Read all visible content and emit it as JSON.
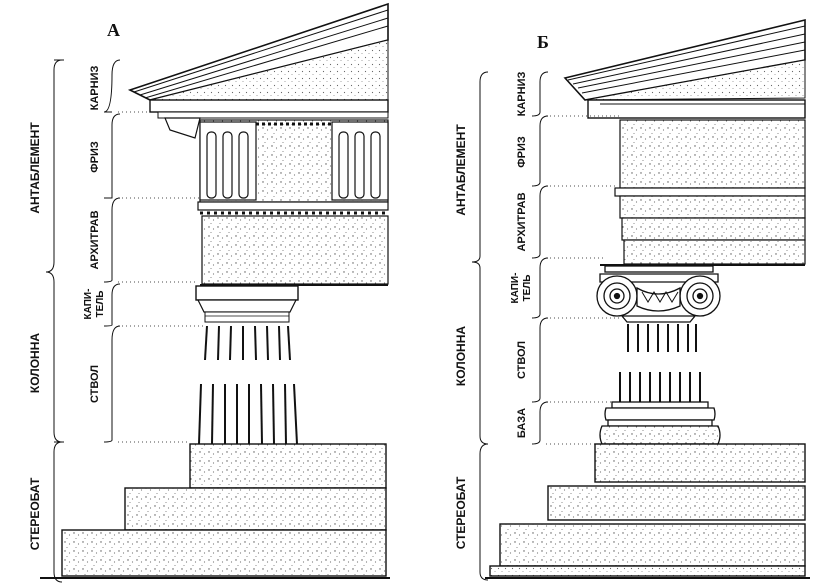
{
  "panels": {
    "a": {
      "letter": "А",
      "labels": {
        "entablature": "АНТАБЛЕМЕНТ",
        "column": "КОЛОННА",
        "stereobate": "СТЕРЕОБАТ",
        "cornice": "КАРНИЗ",
        "frieze": "ФРИЗ",
        "architrave": "АРХИТРАВ",
        "capital_line1": "КАПИ-",
        "capital_line2": "ТЕЛЬ",
        "shaft": "СТВОЛ"
      }
    },
    "b": {
      "letter": "Б",
      "labels": {
        "entablature": "АНТАБЛЕМЕНТ",
        "column": "КОЛОННА",
        "stereobate": "СТЕРЕОБАТ",
        "cornice": "КАРНИЗ",
        "frieze": "ФРИЗ",
        "architrave": "АРХИТРАВ",
        "capital_line1": "КАПИ-",
        "capital_line2": "ТЕЛЬ",
        "shaft": "СТВОЛ",
        "base": "БАЗА"
      }
    }
  },
  "colors": {
    "ink": "#111111",
    "paper": "#ffffff",
    "stone": "#f1f1f1"
  }
}
